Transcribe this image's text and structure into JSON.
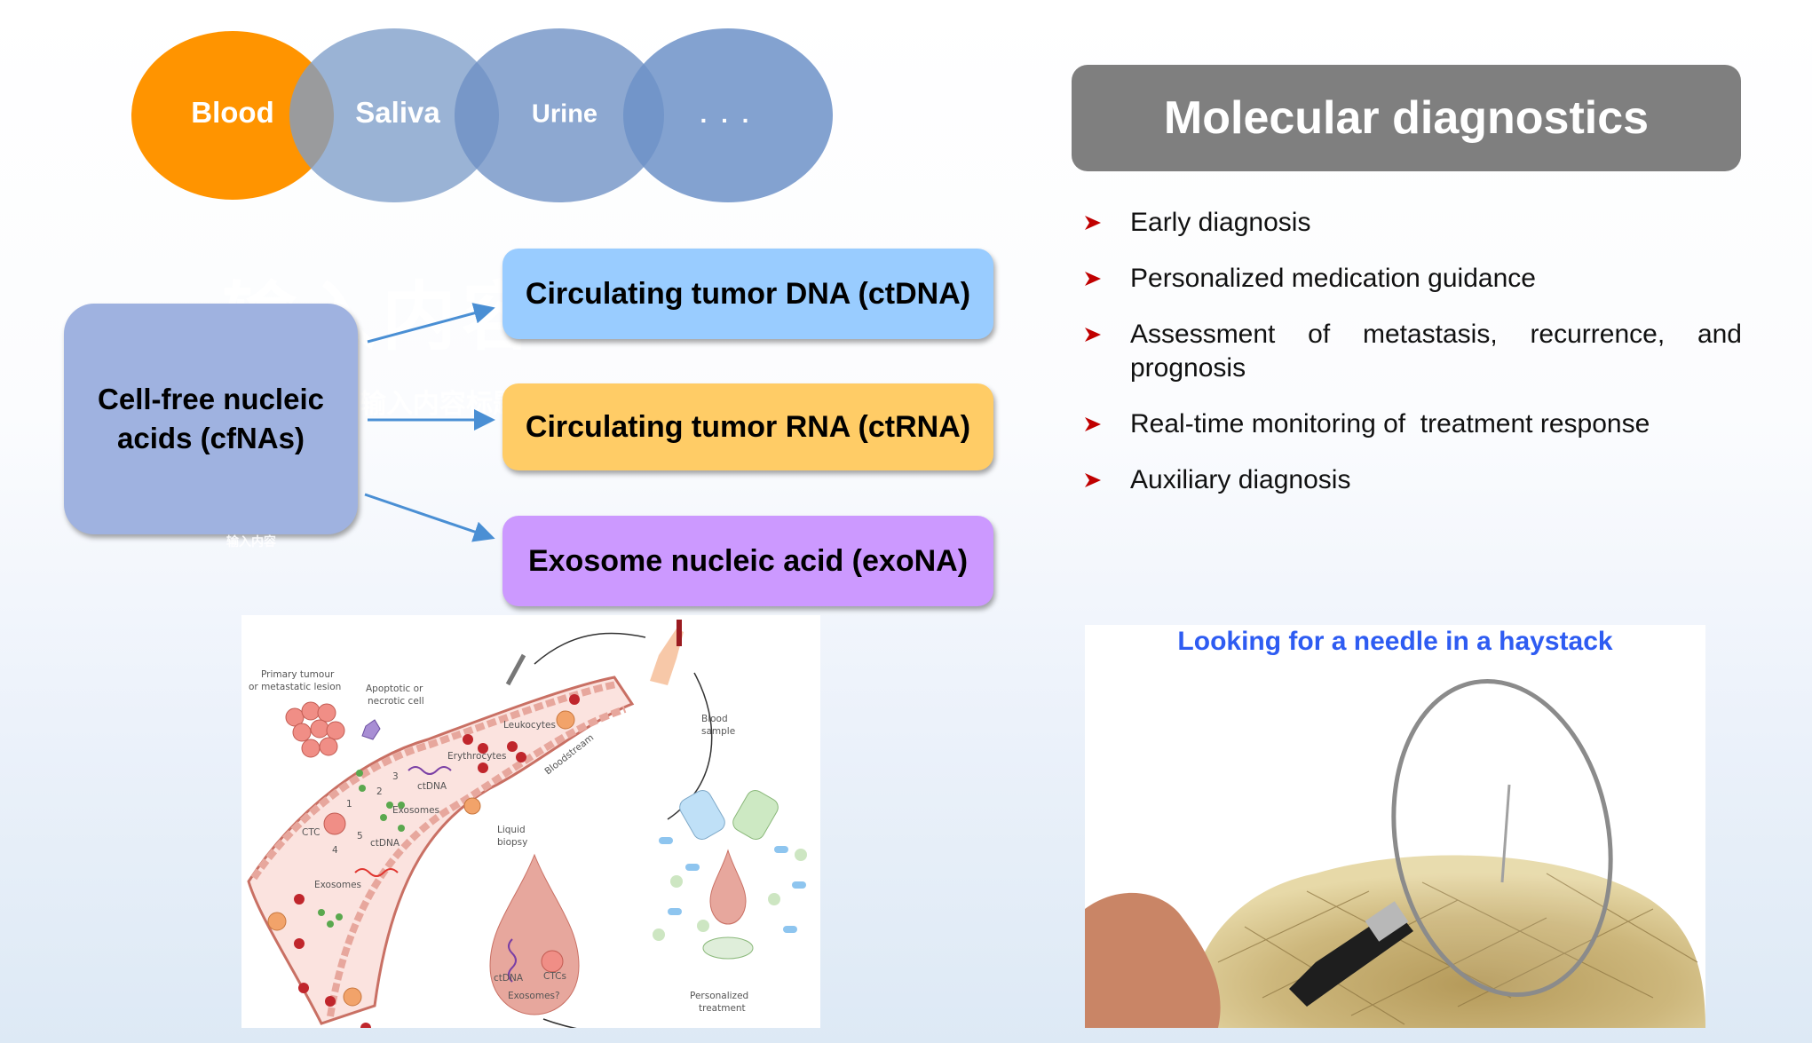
{
  "watermark": {
    "large": "输入内容",
    "small": "输入内容标题",
    "tiny": "输入内容"
  },
  "samples": {
    "items": [
      {
        "label": "Blood",
        "color": "#ff9400"
      },
      {
        "label": "Saliva",
        "color": "#8eaad0"
      },
      {
        "label": "Urine",
        "color": "#7e9fcc"
      },
      {
        "label": ". . .",
        "color": "#6f92c6"
      }
    ]
  },
  "flow": {
    "source": "Cell-free nucleic acids (cfNAs)",
    "targets": [
      {
        "label": "Circulating tumor DNA (ctDNA)",
        "color": "#99ccff"
      },
      {
        "label": "Circulating tumor RNA (ctRNA)",
        "color": "#ffcc66"
      },
      {
        "label": "Exosome nucleic acid (exoNA)",
        "color": "#cc99ff"
      }
    ],
    "arrow_color": "#4a8fd4"
  },
  "molecular_diagnostics": {
    "title": "Molecular diagnostics",
    "bullet_color": "#c00000",
    "items": [
      "Early diagnosis",
      "Personalized medication guidance",
      "Assessment of metastasis, recurrence, and prognosis",
      "Real-time monitoring of  treatment response",
      "Auxiliary diagnosis"
    ]
  },
  "illustration": {
    "labels": {
      "primary_tumour": "Primary tumour",
      "metastatic_lesion": "or metastatic lesion",
      "apoptotic": "Apoptotic or",
      "necrotic": "necrotic cell",
      "leukocytes": "Leukocytes",
      "erythrocytes": "Erythrocytes",
      "bloodstream": "Bloodstream",
      "blood": "Blood",
      "sample": "sample",
      "ctdna_3": "ctDNA",
      "exosomes_2": "Exosomes",
      "ctc": "CTC",
      "ctdna_5": "ctDNA",
      "exosomes_4": "Exosomes",
      "liquid": "Liquid",
      "biopsy": "biopsy",
      "drop_ctdna": "ctDNA",
      "drop_ctcs": "CTCs",
      "drop_exosomes": "Exosomes?",
      "personalized": "Personalized",
      "treatment": "treatment",
      "n1": "1",
      "n2": "2",
      "n3": "3",
      "n4": "4",
      "n5": "5"
    }
  },
  "haystack": {
    "title": "Looking for a needle in a haystack",
    "title_color": "#2e5cf2"
  }
}
